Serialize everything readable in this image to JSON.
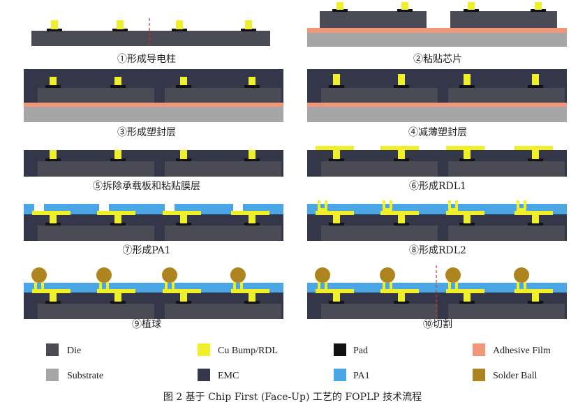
{
  "figure": {
    "caption": "图 2   基于 Chip First (Face-Up) 工艺的 FOPLP 技术流程"
  },
  "steps": [
    {
      "label": "①形成导电柱"
    },
    {
      "label": "②粘贴芯片"
    },
    {
      "label": "③形成塑封层"
    },
    {
      "label": "④减薄塑封层"
    },
    {
      "label": "⑤拆除承载板和粘贴膜层"
    },
    {
      "label": "⑥形成RDL1"
    },
    {
      "label": "⑦形成PA1"
    },
    {
      "label": "⑧形成RDL2"
    },
    {
      "label": "⑨植球"
    },
    {
      "label": "⑩切割"
    }
  ],
  "legend": [
    {
      "name": "Die",
      "color": "#4b4b55"
    },
    {
      "name": "Cu Bump/RDL",
      "color": "#f0f02a"
    },
    {
      "name": "Pad",
      "color": "#111111"
    },
    {
      "name": "Adhesive Film",
      "color": "#f2967a"
    },
    {
      "name": "Substrate",
      "color": "#a6a6a6"
    },
    {
      "name": "EMC",
      "color": "#34374a"
    },
    {
      "name": "PA1",
      "color": "#4aa6e4"
    },
    {
      "name": "Solder Ball",
      "color": "#ad8420"
    }
  ],
  "colors": {
    "die": "#4b4b55",
    "emc": "#34374a",
    "cu": "#f0f02a",
    "pad": "#111111",
    "adhesive": "#f2967a",
    "substrate": "#a6a6a6",
    "pa1": "#4aa6e4",
    "solder": "#ad8420",
    "cut_line": "#d9332e"
  }
}
